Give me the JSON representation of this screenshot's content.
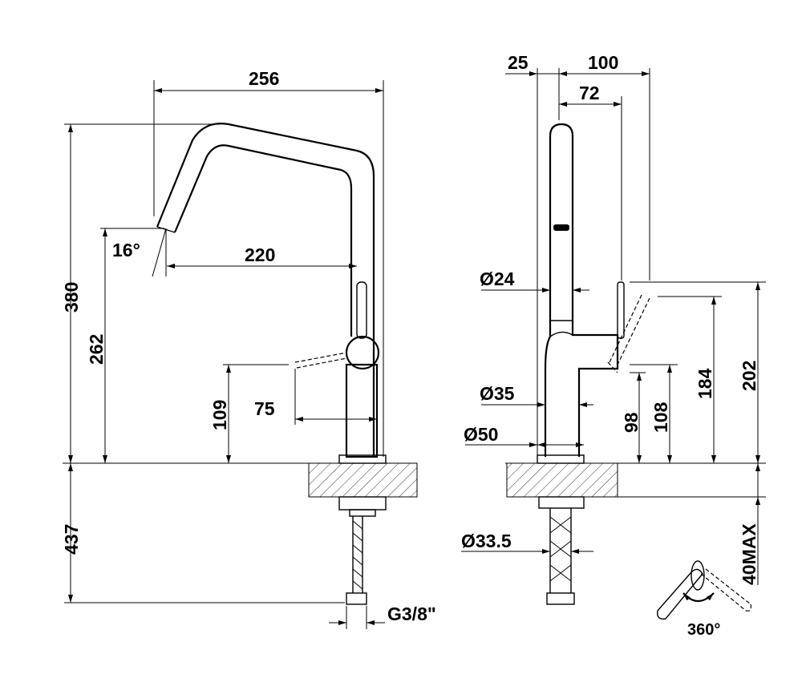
{
  "left_view": {
    "width_total": "256",
    "height_total": "380",
    "spout_height": "262",
    "spout_angle": "16°",
    "spout_reach": "220",
    "handle_height": "109",
    "handle_offset": "75",
    "below_counter": "437",
    "connection": "G3/8\""
  },
  "side_view": {
    "offset_back": "25",
    "depth_total": "100",
    "spout_depth": "72",
    "spout_diameter": "Ø24",
    "body_diameter": "Ø35",
    "base_diameter": "Ø50",
    "shank_diameter": "Ø33.5",
    "lever_low": "98",
    "lever_mid": "108",
    "lever_high": "184",
    "lever_top": "202",
    "counter_thickness": "40MAX",
    "rotation": "360°"
  },
  "colors": {
    "line": "#000000",
    "background": "#ffffff"
  }
}
